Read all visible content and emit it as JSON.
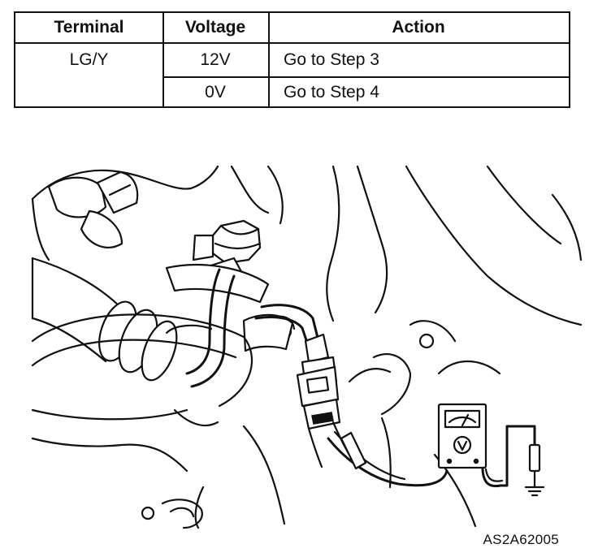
{
  "table": {
    "headers": {
      "terminal": "Terminal",
      "voltage": "Voltage",
      "action": "Action"
    },
    "terminal_value": "LG/Y",
    "rows": [
      {
        "voltage": "12V",
        "action": "Go to Step 3"
      },
      {
        "voltage": "0V",
        "action": "Go to Step 4"
      }
    ]
  },
  "figure": {
    "caption": "AS2A62005",
    "meter_icon": "voltmeter-icon",
    "ground_icon": "ground-symbol-icon"
  }
}
